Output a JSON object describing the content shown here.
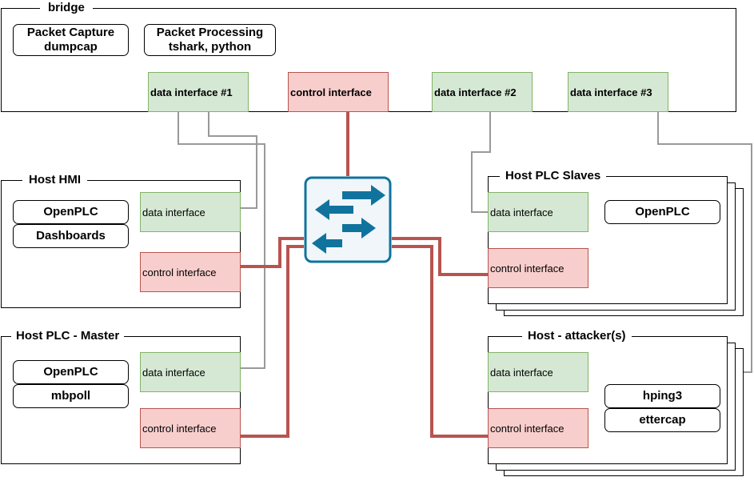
{
  "bridge": {
    "title": "bridge",
    "packet_capture": {
      "line1": "Packet Capture",
      "line2": "dumpcap"
    },
    "packet_processing": {
      "line1": "Packet Processing",
      "line2": "tshark, python"
    },
    "interfaces": {
      "data1": "data interface #1",
      "control": "control interface",
      "data2": "data interface #2",
      "data3": "data interface #3"
    }
  },
  "host_hmi": {
    "title": "Host HMI",
    "apps": [
      "OpenPLC",
      "Dashboards"
    ],
    "data_interface": "data interface",
    "control_interface": "control interface"
  },
  "host_plc_master": {
    "title": "Host PLC - Master",
    "apps": [
      "OpenPLC",
      "mbpoll"
    ],
    "data_interface": "data interface",
    "control_interface": "control interface"
  },
  "host_plc_slaves": {
    "title": "Host PLC Slaves",
    "apps": [
      "OpenPLC"
    ],
    "data_interface": "data interface",
    "control_interface": "control interface"
  },
  "host_attackers": {
    "title": "Host - attacker(s)",
    "apps": [
      "hping3",
      "ettercap"
    ],
    "data_interface": "data interface",
    "control_interface": "control interface"
  },
  "colors": {
    "data_fill": "#d5e8d4",
    "data_stroke": "#82b366",
    "control_fill": "#f8cecc",
    "control_stroke": "#b85450",
    "control_link": "#b85450",
    "data_link": "#999999",
    "switch_fill": "#f0f6fa",
    "switch_stroke": "#10739e",
    "switch_arrow": "#10739e"
  },
  "icons": {
    "switch": "network-switch-icon"
  }
}
